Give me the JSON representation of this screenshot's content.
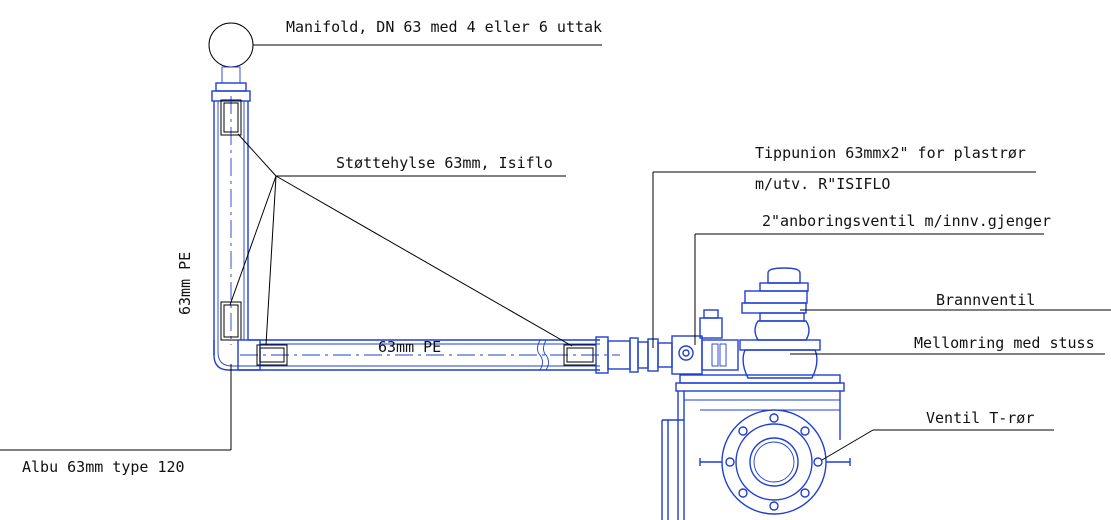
{
  "labels": {
    "manifold": "Manifold, DN 63 med 4 eller 6 uttak",
    "stottehylse": "Støttehylse 63mm, Isiflo",
    "tippunion_line1": "Tippunion 63mmx2\" for plastrør",
    "tippunion_line2": "m/utv. R\"ISIFLO",
    "anboringsventil": "2\"anboringsventil m/innv.gjenger",
    "brannventil": "Brannventil",
    "mellomring": "Mellomring med stuss",
    "ventil_t_ror": "Ventil T-rør",
    "albu": "Albu 63mm type 120",
    "pipe_vertical": "63mm PE",
    "pipe_horizontal": "63mm PE"
  },
  "colors": {
    "pipe": "#1f3fd1",
    "leader": "#000000",
    "text": "#111111"
  }
}
